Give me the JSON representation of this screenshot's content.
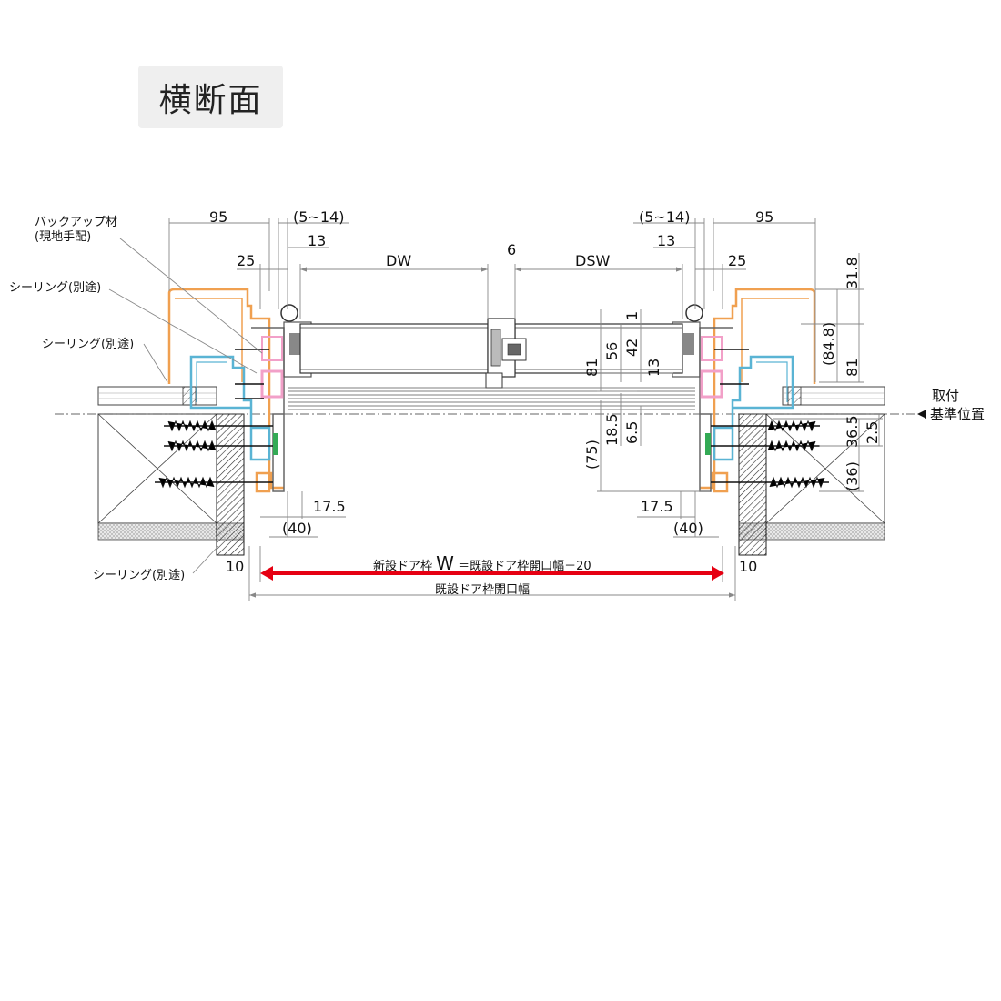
{
  "title": "横断面",
  "labels": {
    "backup_material_1": "バックアップ材",
    "backup_material_2": "(現地手配)",
    "sealing_top": "シーリング(別途)",
    "sealing_mid": "シーリング(別途)",
    "sealing_bottom": "シーリング(別途)",
    "reference_1": "取付",
    "reference_2": "基準位置",
    "new_width_prefix": "新設ドア枠",
    "new_width_W": "W",
    "new_width_suffix": "＝既設ドア枠開口幅－20",
    "existing_width": "既設ドア枠開口幅"
  },
  "dimensions": {
    "left_95": "95",
    "left_5_14": "(5~14)",
    "left_13": "13",
    "left_25": "25",
    "dw": "DW",
    "six": "6",
    "dsw": "DSW",
    "right_5_14": "(5~14)",
    "right_95": "95",
    "right_13": "13",
    "right_25": "25",
    "r_31_8": "31.8",
    "r_84_8": "(84.8)",
    "r_81": "81",
    "c_1": "1",
    "c_42": "42",
    "c_56": "56",
    "c_13": "13",
    "c_81": "81",
    "c_18_5": "18.5",
    "c_6_5": "6.5",
    "c_75": "(75)",
    "r_36_5": "36.5",
    "r_2_5": "2.5",
    "r_36": "(36)",
    "left_17_5": "17.5",
    "left_40": "(40)",
    "right_17_5": "17.5",
    "right_40": "(40)",
    "left_10": "10",
    "right_10": "10"
  },
  "colors": {
    "arrow_red": "#e60012",
    "orange_frame": "#f0a050",
    "cyan_frame": "#5ab4d4",
    "pink_part": "#f2a0c8",
    "green_part": "#33aa55",
    "dim_gray": "#888888",
    "wall_brown": "#6b5a50"
  },
  "icons": {
    "reference_marker": "triangle-left-icon"
  }
}
